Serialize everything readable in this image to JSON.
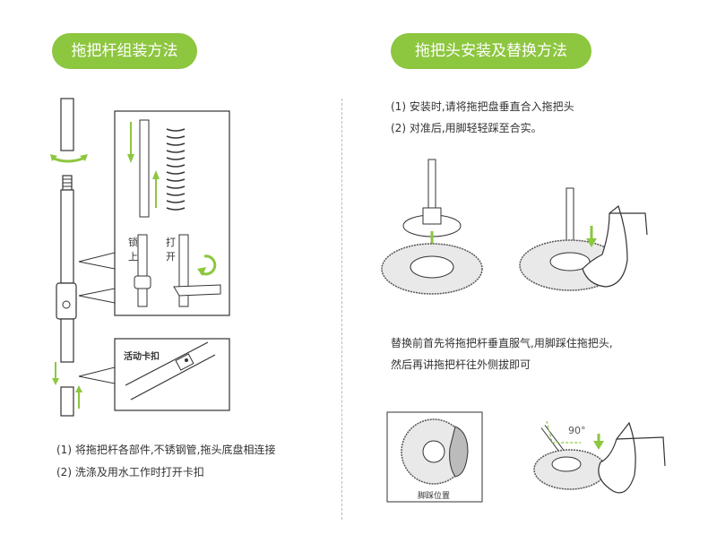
{
  "left": {
    "title": "拖把杆组装方法",
    "step1": "(1) 将拖把杆各部件,不锈钢管,拖头底盘相连接",
    "step2": "(2) 洗涤及用水工作时打开卡扣",
    "detail_lock": "锁上",
    "detail_open": "打开",
    "detail_clip": "活动卡扣"
  },
  "right": {
    "title": "拖把头安装及替换方法",
    "step1": "(1) 安装时,请将拖把盘垂直合入拖把头",
    "step2": "(2) 对准后,用脚轻轻踩至合实。",
    "replace_line1": "替换前首先将拖把杆垂直服气,用脚踩住拖把头,",
    "replace_line2": "然后再讲拖把杆往外侧拔即可",
    "foot_position": "脚踩位置",
    "angle": "90°"
  },
  "colors": {
    "accent": "#8dc63f",
    "line": "#333333"
  }
}
